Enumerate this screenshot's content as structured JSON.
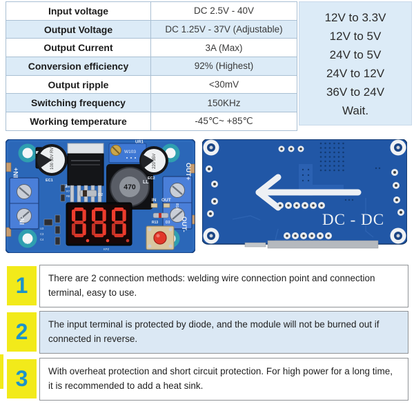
{
  "spec_table": {
    "rows": [
      {
        "label": "Input voltage",
        "value": "DC 2.5V - 40V"
      },
      {
        "label": "Output Voltage",
        "value": "DC 1.25V - 37V (Adjustable)"
      },
      {
        "label": "Output Current",
        "value": "3A (Max)"
      },
      {
        "label": "Conversion efficiency",
        "value": "92% (Highest)"
      },
      {
        "label": "Output ripple",
        "value": "<30mV"
      },
      {
        "label": "Switching frequency",
        "value": "150KHz"
      },
      {
        "label": "Working temperature",
        "value": "-45℃~ +85℃"
      }
    ]
  },
  "conversions": {
    "lines": [
      "12V to 3.3V",
      "12V to 5V",
      "24V to 5V",
      "24V to 12V",
      "36V to 24V",
      "Wait."
    ]
  },
  "features": [
    {
      "number": "1",
      "text": "There are 2 connection methods: welding wire connection point and connection terminal, easy to use."
    },
    {
      "number": "2",
      "text": "The input terminal is protected by diode, and the module will not be burned out if connected in reverse."
    },
    {
      "number": "3",
      "text": " With overheat protection and short circuit protection. For high power for a long time, it is recommended to add a heat sink."
    }
  ],
  "pcb_front": {
    "labels": {
      "in_plus": "IN+",
      "in_minus": "IN-",
      "out_plus": "OUT+",
      "out_minus": "OUT-",
      "ur1": "UR1",
      "ec1": "EC1",
      "ec2": "EC2",
      "u2": "U2",
      "ll": "LL",
      "d2": "D2",
      "in_led": "IN",
      "out_led": "OUT",
      "r14": "R14",
      "r13": "R13",
      "d3": "D3",
      "kpz": "KPZ",
      "r6": "R6",
      "r7": "R7",
      "r8": "R8",
      "u3": "U3",
      "c3": "C3",
      "c4": "C4",
      "r10": "R10",
      "inductor_value": "470",
      "pot_marking": "W103",
      "cap1_marking": "100 50V RVT",
      "cap2_marking": "220 35V"
    }
  },
  "pcb_back": {
    "label": "DC - DC"
  },
  "colors": {
    "table_alt_row": "#dcebf7",
    "conversion_box": "#dcebf7",
    "feature_badge_yellow": "#f2ea1a",
    "feature_number_blue": "#1d93c9",
    "pcb_front_blue": "#2b67b8",
    "pcb_back_blue": "#2157a6",
    "display_red": "#ee3c2d",
    "button_red": "#e2382a"
  }
}
